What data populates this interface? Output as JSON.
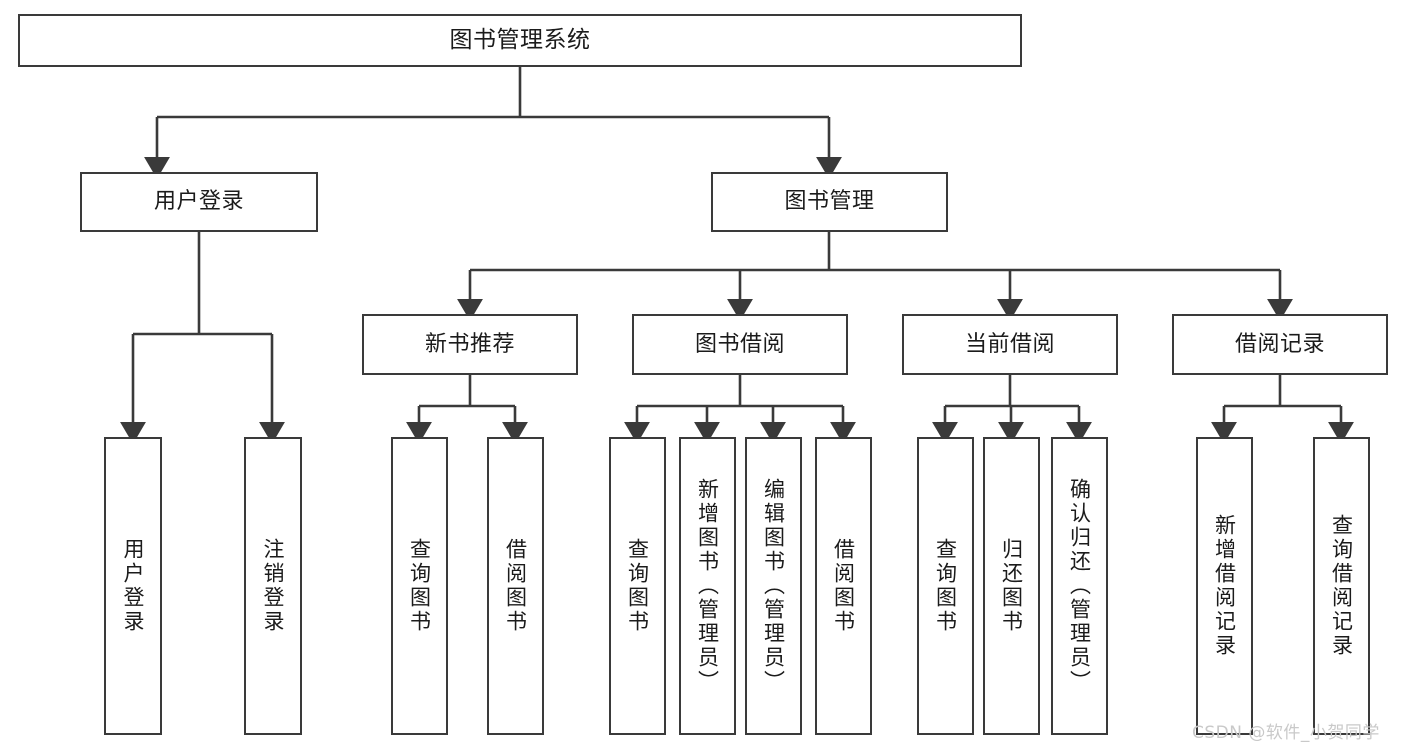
{
  "diagram": {
    "title": "图书管理系统",
    "type": "tree-hierarchy-chart",
    "watermark": "CSDN @软件_小贺同学",
    "colors": {
      "stroke": "#3a3a3a",
      "fill": "#ffffff",
      "text": "#1b1b1b",
      "watermark": "#c9c9c9"
    },
    "nodes": {
      "root": {
        "label": "图书管理系统"
      },
      "level1": [
        {
          "id": "user-login",
          "label": "用户登录"
        },
        {
          "id": "book-manage",
          "label": "图书管理"
        }
      ],
      "level2": [
        {
          "id": "new-book-recommend",
          "label": "新书推荐"
        },
        {
          "id": "book-borrow",
          "label": "图书借阅"
        },
        {
          "id": "current-borrow",
          "label": "当前借阅"
        },
        {
          "id": "borrow-record",
          "label": "借阅记录"
        }
      ],
      "leaves": {
        "user_login": [
          {
            "id": "leaf-user-login",
            "label": "用户登录"
          },
          {
            "id": "leaf-user-logout",
            "label": "注销登录"
          }
        ],
        "new_book_recommend": [
          {
            "id": "leaf-query-book-1",
            "label": "查询图书"
          },
          {
            "id": "leaf-borrow-book-1",
            "label": "借阅图书"
          }
        ],
        "book_borrow": [
          {
            "id": "leaf-query-book-2",
            "label": "查询图书"
          },
          {
            "id": "leaf-add-book-admin",
            "label": "新增图书（管理员）"
          },
          {
            "id": "leaf-edit-book-admin",
            "label": "编辑图书（管理员）"
          },
          {
            "id": "leaf-borrow-book-2",
            "label": "借阅图书"
          }
        ],
        "current_borrow": [
          {
            "id": "leaf-query-book-3",
            "label": "查询图书"
          },
          {
            "id": "leaf-return-book",
            "label": "归还图书"
          },
          {
            "id": "leaf-confirm-return-admin",
            "label": "确认归还（管理员）"
          }
        ],
        "borrow_record": [
          {
            "id": "leaf-add-borrow-record",
            "label": "新增借阅记录"
          },
          {
            "id": "leaf-query-borrow-record",
            "label": "查询借阅记录"
          }
        ]
      }
    }
  }
}
